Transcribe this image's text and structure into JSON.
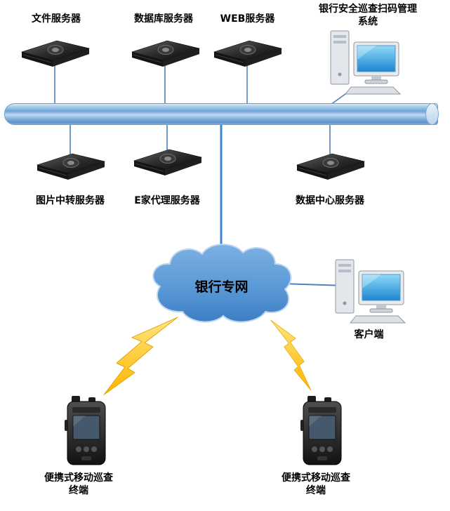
{
  "diagram": {
    "type": "network-topology",
    "nodes": {
      "file_server": "文件服务器",
      "database_server": "数据库服务器",
      "web_server": "WEB服务器",
      "management_system": "银行安全巡查扫码管理系统",
      "image_relay_server": "图片中转服务器",
      "ehome_proxy_server": "E家代理服务器",
      "data_center_server": "数据中心服务器",
      "bank_private_network": "银行专网",
      "client": "客户端",
      "mobile_terminal_left": "便携式移动巡查终端",
      "mobile_terminal_right": "便携式移动巡查终端"
    },
    "connections": [
      {
        "from": "file_server",
        "to": "backbone",
        "kind": "wired"
      },
      {
        "from": "database_server",
        "to": "backbone",
        "kind": "wired"
      },
      {
        "from": "web_server",
        "to": "backbone",
        "kind": "wired"
      },
      {
        "from": "management_system",
        "to": "backbone",
        "kind": "wired"
      },
      {
        "from": "image_relay_server",
        "to": "backbone",
        "kind": "wired"
      },
      {
        "from": "ehome_proxy_server",
        "to": "backbone",
        "kind": "wired"
      },
      {
        "from": "data_center_server",
        "to": "backbone",
        "kind": "wired"
      },
      {
        "from": "backbone",
        "to": "bank_private_network",
        "kind": "wired"
      },
      {
        "from": "bank_private_network",
        "to": "client",
        "kind": "wired"
      },
      {
        "from": "bank_private_network",
        "to": "mobile_terminal_left",
        "kind": "wireless-lightning"
      },
      {
        "from": "bank_private_network",
        "to": "mobile_terminal_right",
        "kind": "wireless-lightning"
      }
    ],
    "colors": {
      "backbone_blue": "#6fa4d8",
      "connector_blue": "#4f81bd",
      "cloud_blue": "#4a8ccd",
      "lightning_yellow": "#ffc61a",
      "server_black": "#1a1a1a",
      "screen_blue": "#35a7e0"
    }
  }
}
